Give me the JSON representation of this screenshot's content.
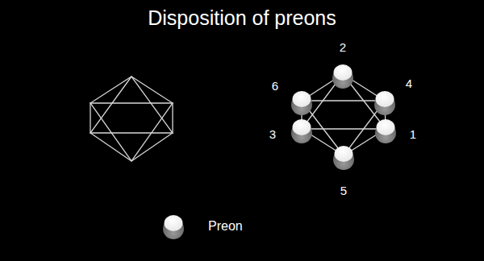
{
  "diagram": {
    "title": "Disposition of preons",
    "labels": [
      "2",
      "6",
      "4",
      "3",
      "1",
      "5"
    ],
    "legend": [
      {
        "text": "Preon"
      }
    ]
  }
}
